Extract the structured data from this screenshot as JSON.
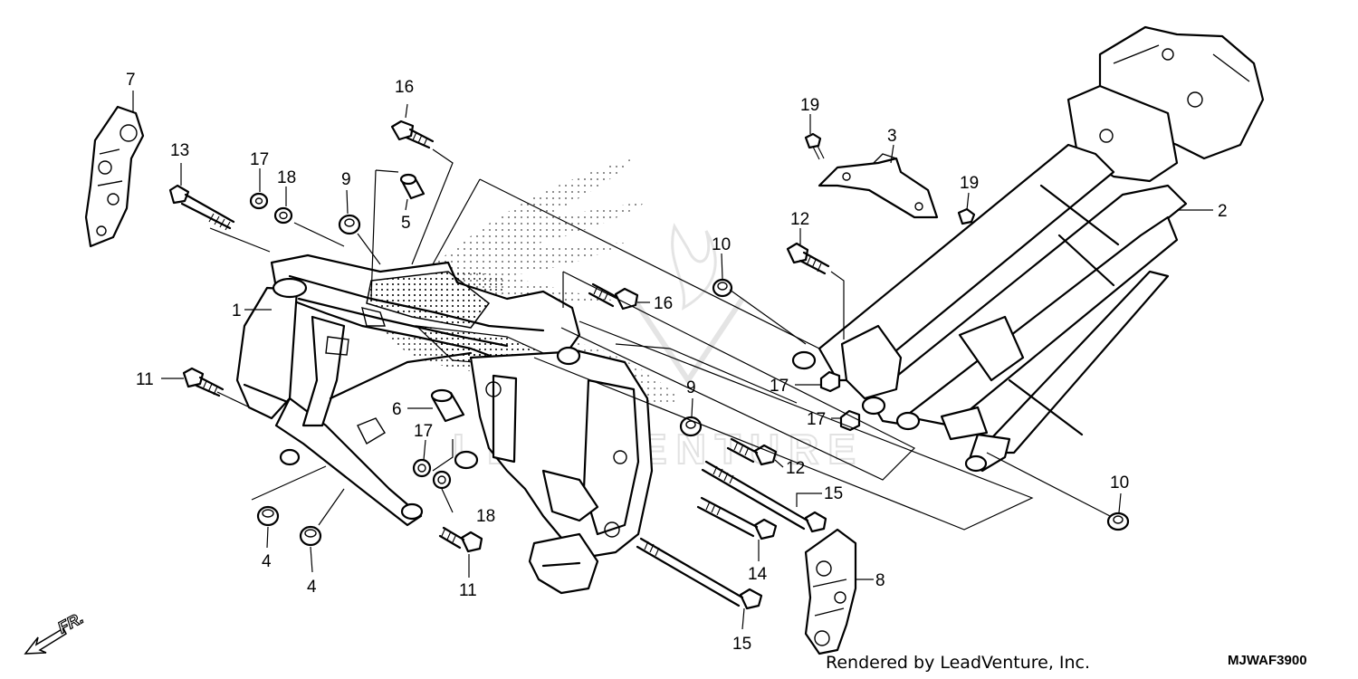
{
  "diagram": {
    "callouts": [
      {
        "id": "c7",
        "label": "7"
      },
      {
        "id": "c16a",
        "label": "16"
      },
      {
        "id": "c13",
        "label": "13"
      },
      {
        "id": "c17a",
        "label": "17"
      },
      {
        "id": "c18a",
        "label": "18"
      },
      {
        "id": "c9a",
        "label": "9"
      },
      {
        "id": "c5",
        "label": "5"
      },
      {
        "id": "c1",
        "label": "1"
      },
      {
        "id": "c11a",
        "label": "11"
      },
      {
        "id": "c6",
        "label": "6"
      },
      {
        "id": "c17b",
        "label": "17"
      },
      {
        "id": "c18b",
        "label": "18"
      },
      {
        "id": "c4a",
        "label": "4"
      },
      {
        "id": "c4b",
        "label": "4"
      },
      {
        "id": "c11b",
        "label": "11"
      },
      {
        "id": "c19a",
        "label": "19"
      },
      {
        "id": "c3",
        "label": "3"
      },
      {
        "id": "c19b",
        "label": "19"
      },
      {
        "id": "c2",
        "label": "2"
      },
      {
        "id": "c12a",
        "label": "12"
      },
      {
        "id": "c10a",
        "label": "10"
      },
      {
        "id": "c16b",
        "label": "16"
      },
      {
        "id": "c17c",
        "label": "17"
      },
      {
        "id": "c17d",
        "label": "17"
      },
      {
        "id": "c9b",
        "label": "9"
      },
      {
        "id": "c12b",
        "label": "12"
      },
      {
        "id": "c15a",
        "label": "15"
      },
      {
        "id": "c14",
        "label": "14"
      },
      {
        "id": "c15b",
        "label": "15"
      },
      {
        "id": "c8",
        "label": "8"
      },
      {
        "id": "c10b",
        "label": "10"
      }
    ],
    "front_marker": "FR.",
    "watermark": "LEADVENTURE",
    "footer_credit": "Rendered by LeadVenture, Inc.",
    "diagram_code": "MJWAF3900"
  }
}
